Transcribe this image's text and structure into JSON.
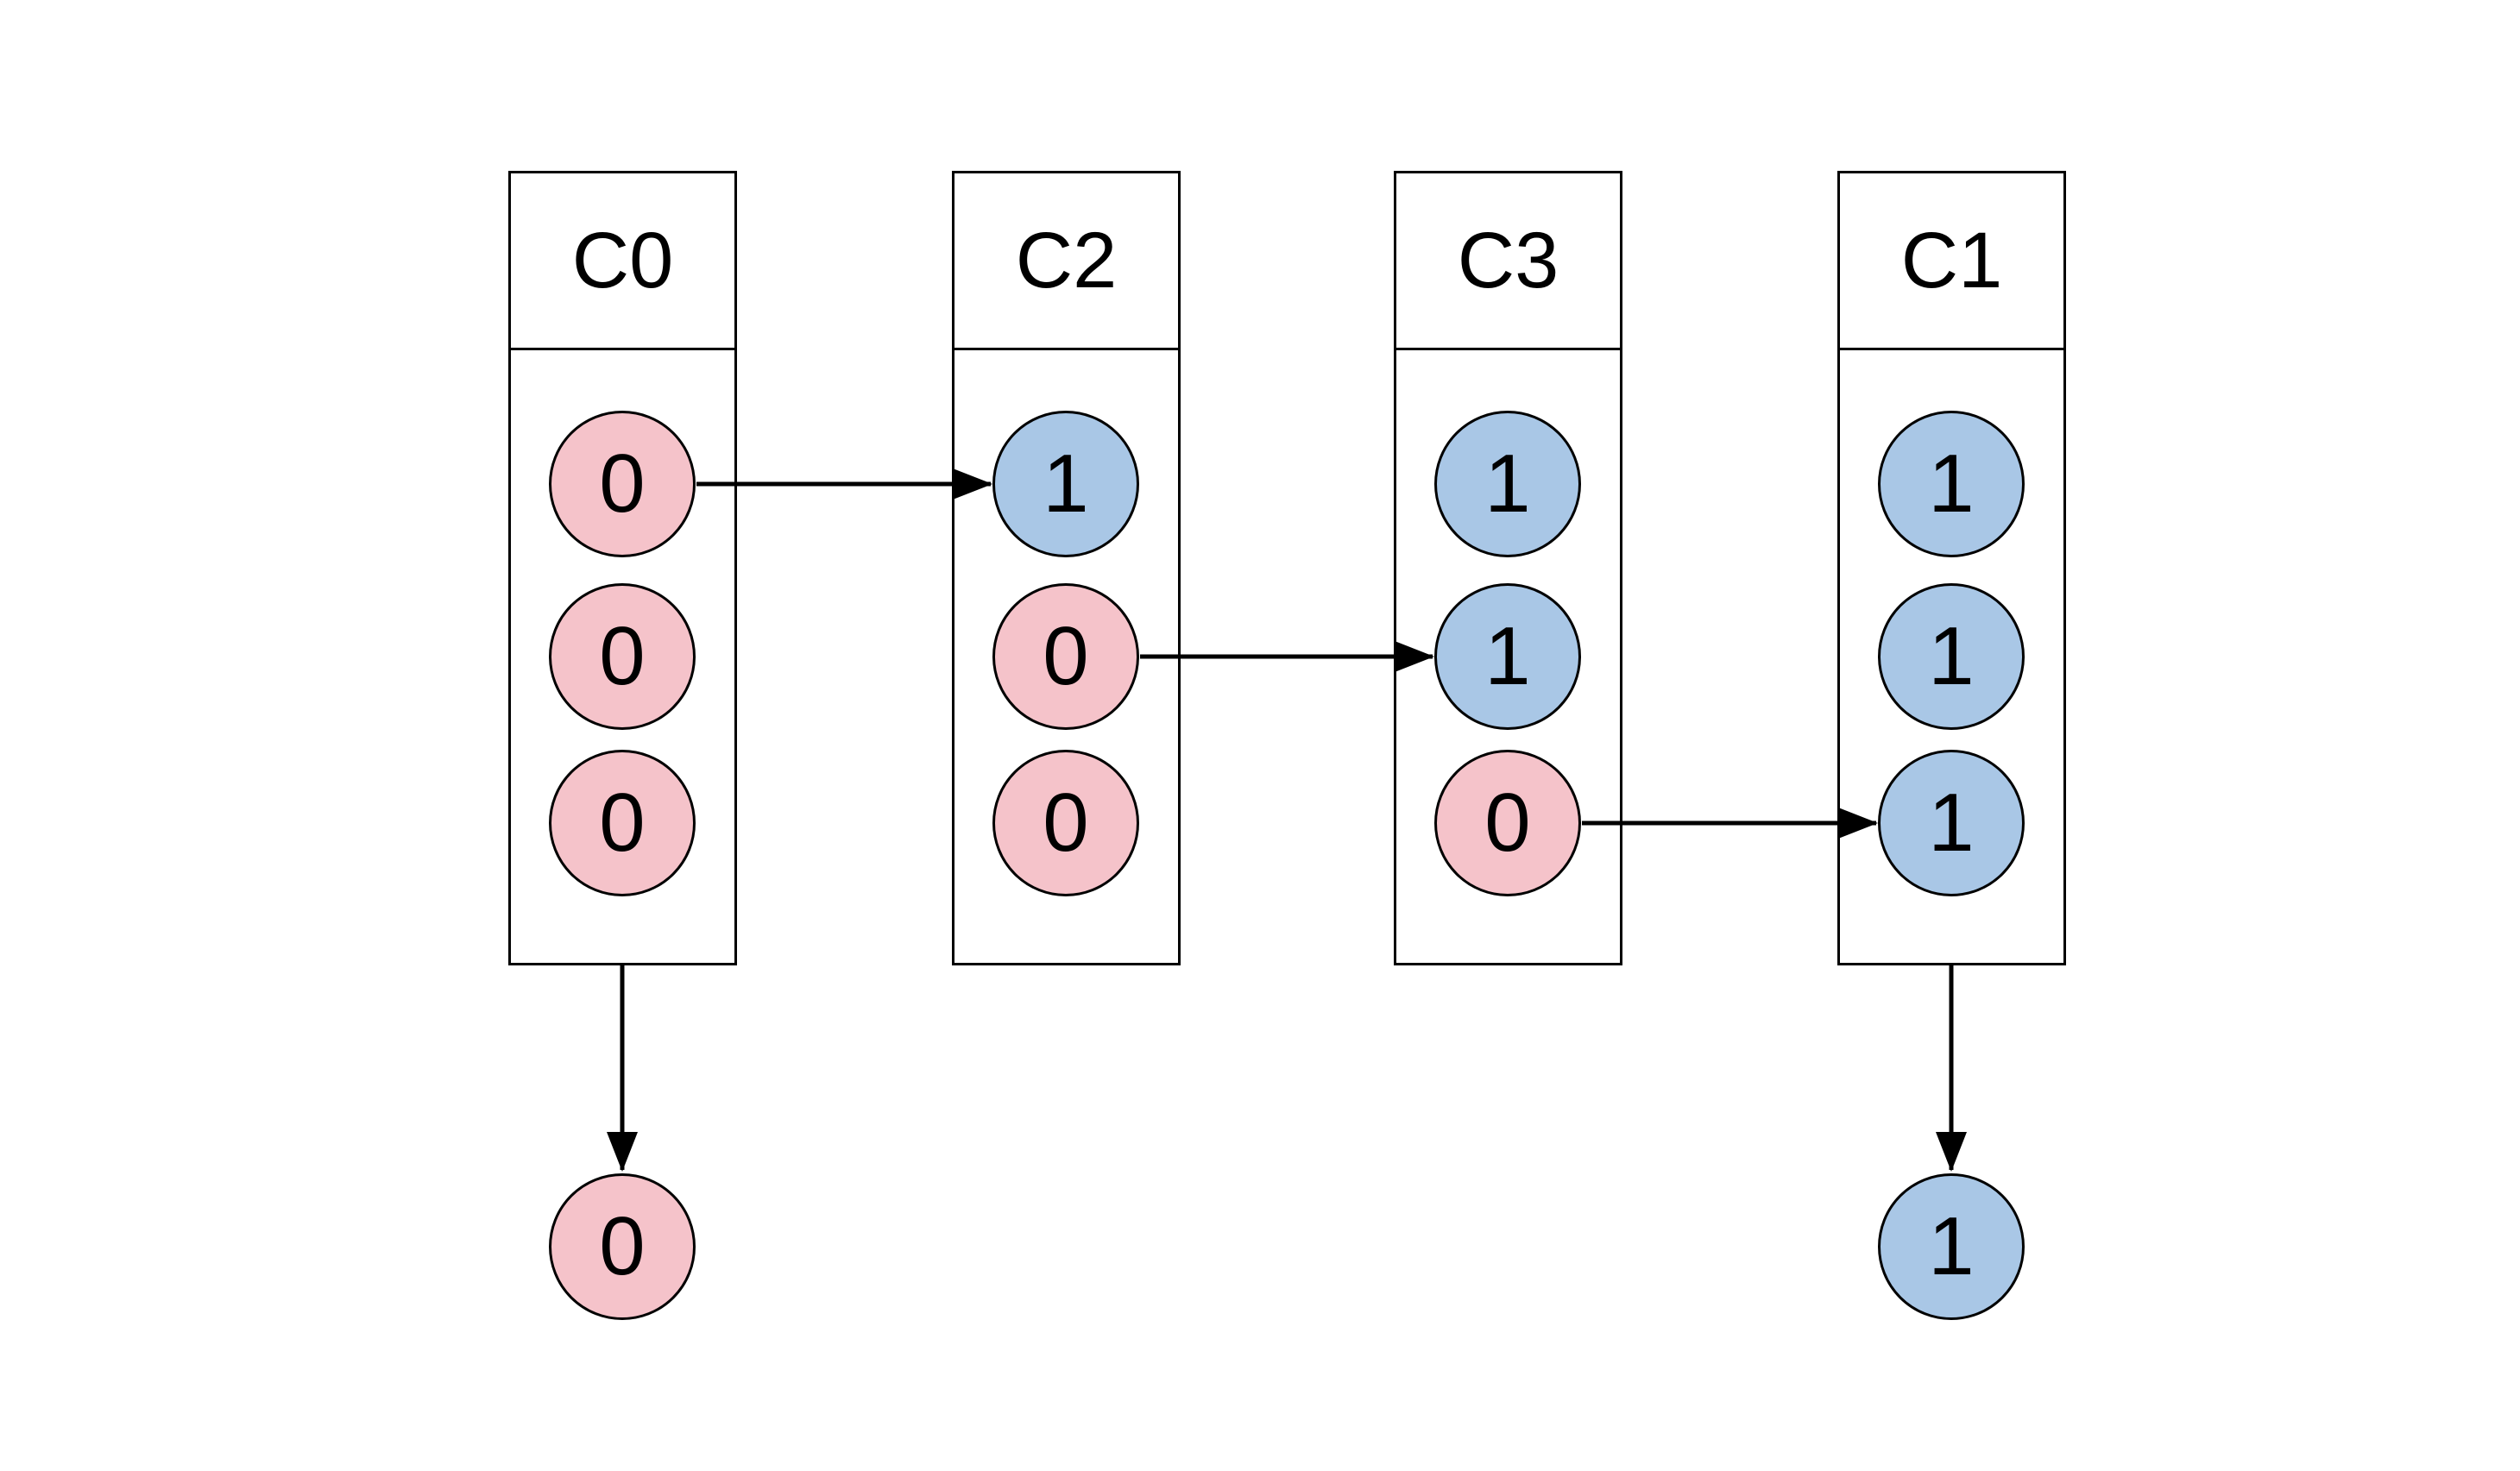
{
  "diagram": {
    "type": "column-merge-diagram",
    "columns": [
      {
        "id": "C0",
        "label": "C0",
        "cells": [
          {
            "value": "0",
            "color": "pink"
          },
          {
            "value": "0",
            "color": "pink"
          },
          {
            "value": "0",
            "color": "pink"
          }
        ]
      },
      {
        "id": "C2",
        "label": "C2",
        "cells": [
          {
            "value": "1",
            "color": "blue"
          },
          {
            "value": "0",
            "color": "pink"
          },
          {
            "value": "0",
            "color": "pink"
          }
        ]
      },
      {
        "id": "C3",
        "label": "C3",
        "cells": [
          {
            "value": "1",
            "color": "blue"
          },
          {
            "value": "1",
            "color": "blue"
          },
          {
            "value": "0",
            "color": "pink"
          }
        ]
      },
      {
        "id": "C1",
        "label": "C1",
        "cells": [
          {
            "value": "1",
            "color": "blue"
          },
          {
            "value": "1",
            "color": "blue"
          },
          {
            "value": "1",
            "color": "blue"
          }
        ]
      }
    ],
    "outputs": [
      {
        "column": "C0",
        "value": "0",
        "color": "pink"
      },
      {
        "column": "C1",
        "value": "1",
        "color": "blue"
      }
    ],
    "arrows": [
      {
        "from": "C0.cell0",
        "to": "C2.cell0",
        "direction": "horizontal"
      },
      {
        "from": "C2.cell1",
        "to": "C3.cell1",
        "direction": "horizontal"
      },
      {
        "from": "C3.cell2",
        "to": "C1.cell2",
        "direction": "horizontal"
      },
      {
        "from": "C0.box-bottom",
        "to": "C0.output",
        "direction": "vertical"
      },
      {
        "from": "C1.box-bottom",
        "to": "C1.output",
        "direction": "vertical"
      }
    ],
    "colors": {
      "pink": "#f5c3ca",
      "blue": "#a9c7e6",
      "stroke": "#000000",
      "background": "#ffffff"
    }
  }
}
